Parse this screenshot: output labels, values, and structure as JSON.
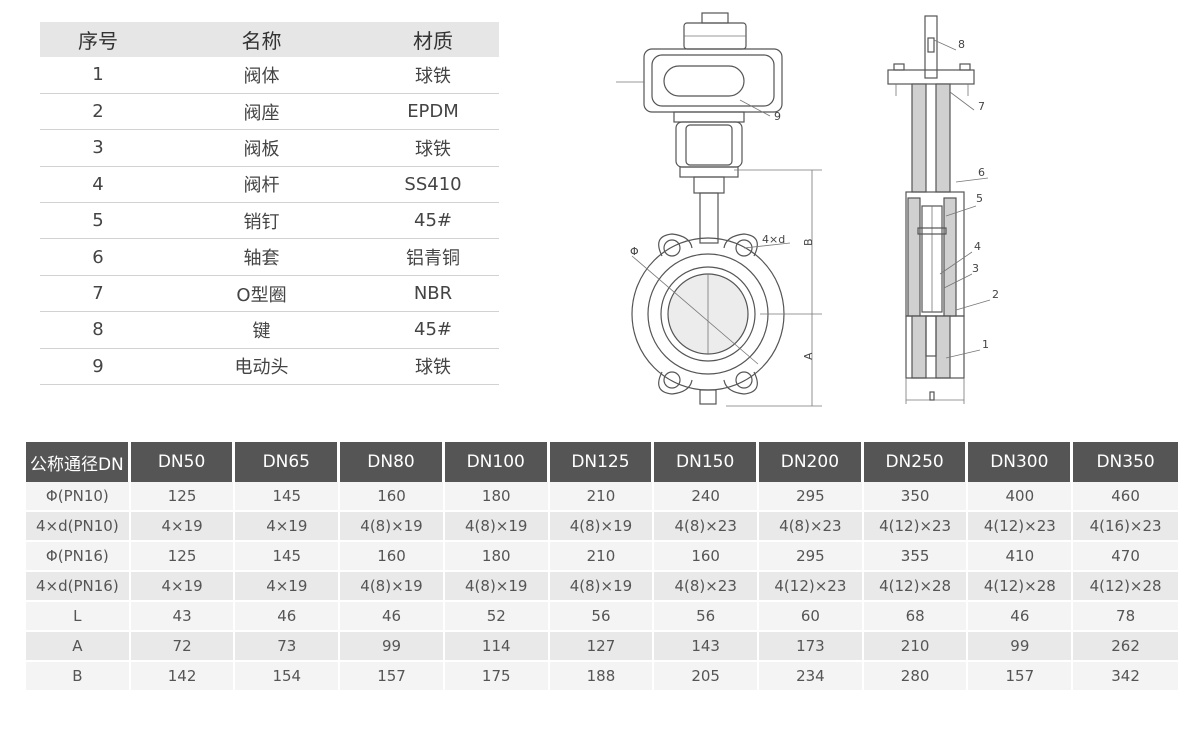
{
  "parts_table": {
    "headers": [
      "序号",
      "名称",
      "材质"
    ],
    "rows": [
      [
        "1",
        "阀体",
        "球铁"
      ],
      [
        "2",
        "阀座",
        "EPDM"
      ],
      [
        "3",
        "阀板",
        "球铁"
      ],
      [
        "4",
        "阀杆",
        "SS410"
      ],
      [
        "5",
        "销钉",
        "45#"
      ],
      [
        "6",
        "轴套",
        "铝青铜"
      ],
      [
        "7",
        "O型圈",
        "NBR"
      ],
      [
        "8",
        "键",
        "45#"
      ],
      [
        "9",
        "电动头",
        "球铁"
      ]
    ]
  },
  "drawing": {
    "labels": {
      "phi": "Φ",
      "bolt": "4×d",
      "dim_a": "A",
      "dim_b": "B",
      "p1": "1",
      "p2": "2",
      "p3": "3",
      "p4": "4",
      "p5": "5",
      "p6": "6",
      "p7": "7",
      "p8": "8",
      "p9": "9"
    }
  },
  "dims_table": {
    "headers": [
      "公称通径DN",
      "DN50",
      "DN65",
      "DN80",
      "DN100",
      "DN125",
      "DN150",
      "DN200",
      "DN250",
      "DN300",
      "DN350"
    ],
    "rows": [
      [
        "Φ(PN10)",
        "125",
        "145",
        "160",
        "180",
        "210",
        "240",
        "295",
        "350",
        "400",
        "460"
      ],
      [
        "4×d(PN10)",
        "4×19",
        "4×19",
        "4(8)×19",
        "4(8)×19",
        "4(8)×19",
        "4(8)×23",
        "4(8)×23",
        "4(12)×23",
        "4(12)×23",
        "4(16)×23"
      ],
      [
        "Φ(PN16)",
        "125",
        "145",
        "160",
        "180",
        "210",
        "160",
        "295",
        "355",
        "410",
        "470"
      ],
      [
        "4×d(PN16)",
        "4×19",
        "4×19",
        "4(8)×19",
        "4(8)×19",
        "4(8)×19",
        "4(8)×23",
        "4(12)×23",
        "4(12)×28",
        "4(12)×28",
        "4(12)×28"
      ],
      [
        "L",
        "43",
        "46",
        "46",
        "52",
        "56",
        "56",
        "60",
        "68",
        "46",
        "78"
      ],
      [
        "A",
        "72",
        "73",
        "99",
        "114",
        "127",
        "143",
        "173",
        "210",
        "99",
        "262"
      ],
      [
        "B",
        "142",
        "154",
        "157",
        "175",
        "188",
        "205",
        "234",
        "280",
        "157",
        "342"
      ]
    ]
  }
}
